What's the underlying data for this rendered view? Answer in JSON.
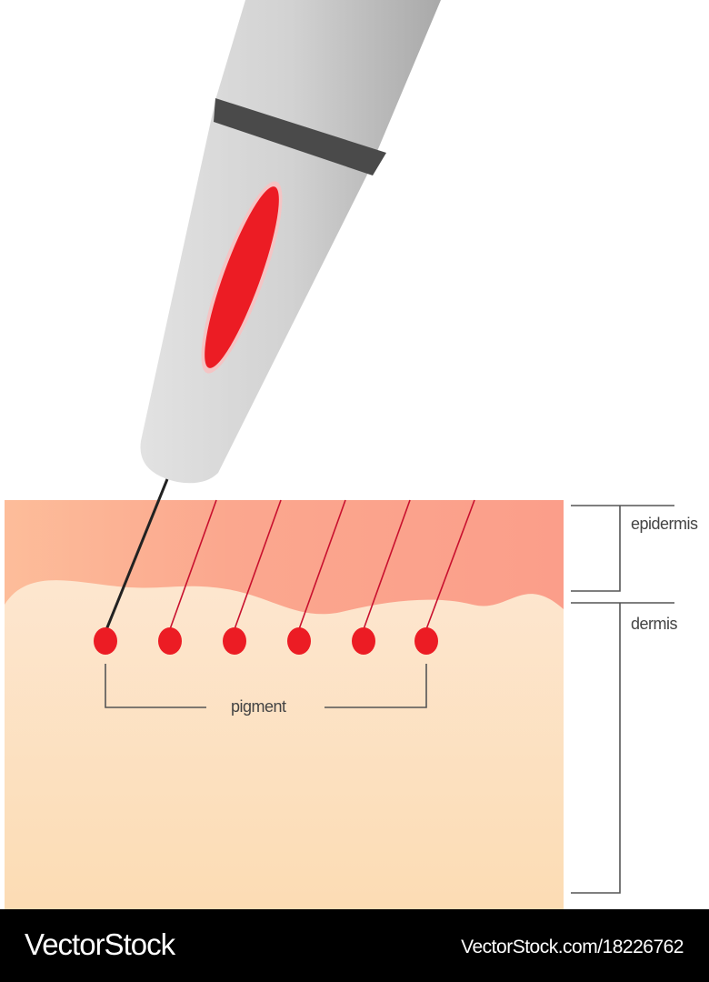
{
  "labels": {
    "epidermis": "epidermis",
    "dermis": "dermis",
    "pigment": "pigment"
  },
  "footer": {
    "brand": "VectorStock",
    "url": "VectorStock.com/18226762"
  },
  "colors": {
    "epidermis": "#fba48c",
    "dermis": "#fde0c0",
    "pigment": "#ec1c24",
    "pen_body": "#d8d8d8",
    "pen_band": "#4a4a4a"
  }
}
